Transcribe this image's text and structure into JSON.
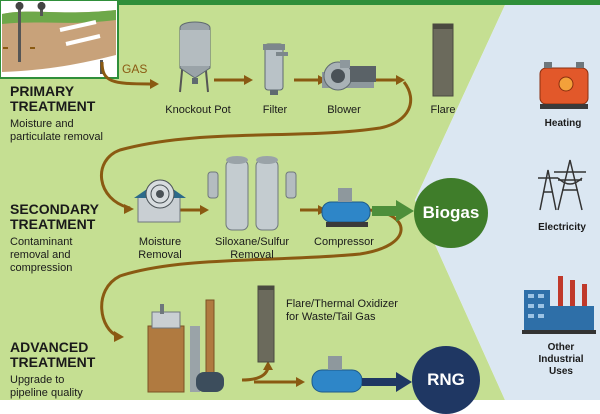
{
  "colors": {
    "panel_green": "#c5df92",
    "header_green": "#2f8f3a",
    "use_panel": "#dbe7f2",
    "pipe_brown": "#8a5a12",
    "biogas_green": "#3f7d2a",
    "rng_navy": "#1f3763",
    "arrow_green": "#4d8f3a",
    "arrow_navy": "#1f3763"
  },
  "gas_label": "GAS",
  "stages": {
    "primary": {
      "title_line1": "PRIMARY",
      "title_line2": "TREATMENT",
      "desc_line1": "Moisture and",
      "desc_line2": "particulate removal"
    },
    "secondary": {
      "title_line1": "SECONDARY",
      "title_line2": "TREATMENT",
      "desc_line1": "Contaminant",
      "desc_line2": "removal and",
      "desc_line3": "compression"
    },
    "advanced": {
      "title_line1": "ADVANCED",
      "title_line2": "TREATMENT",
      "desc_line1": "Upgrade to",
      "desc_line2": "pipeline quality"
    }
  },
  "equipment": {
    "knockout_pot": "Knockout Pot",
    "filter": "Filter",
    "blower": "Blower",
    "flare": "Flare",
    "moisture_removal_line1": "Moisture",
    "moisture_removal_line2": "Removal",
    "siloxane_line1": "Siloxane/Sulfur",
    "siloxane_line2": "Removal",
    "compressor": "Compressor",
    "flare_oxidizer_line1": "Flare/Thermal Oxidizer",
    "flare_oxidizer_line2": "for Waste/Tail Gas"
  },
  "outputs": {
    "biogas": "Biogas",
    "rng": "RNG"
  },
  "uses": {
    "heating": "Heating",
    "electricity": "Electricity",
    "other_line1": "Other",
    "other_line2": "Industrial",
    "other_line3": "Uses"
  }
}
